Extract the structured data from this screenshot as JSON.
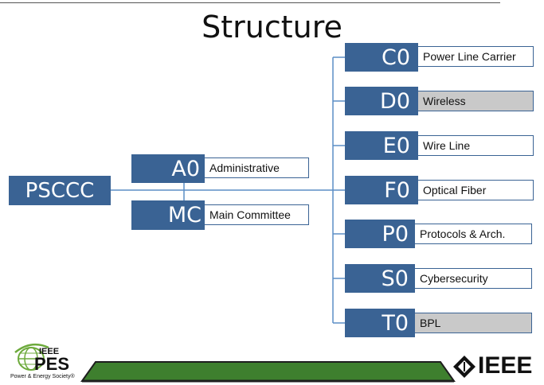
{
  "title": "Structure",
  "root": "PSCCC",
  "left_nodes": [
    {
      "code": "A0",
      "label": "Administrative"
    },
    {
      "code": "MC",
      "label": "Main Committee"
    }
  ],
  "right_nodes": [
    {
      "code": "C0",
      "label": "Power Line Carrier",
      "greyed": false
    },
    {
      "code": "D0",
      "label": "Wireless",
      "greyed": true
    },
    {
      "code": "E0",
      "label": "Wire Line",
      "greyed": false
    },
    {
      "code": "F0",
      "label": "Optical Fiber",
      "greyed": false
    },
    {
      "code": "P0",
      "label": "Protocols & Arch.",
      "greyed": false
    },
    {
      "code": "S0",
      "label": "Cybersecurity",
      "greyed": false
    },
    {
      "code": "T0",
      "label": "BPL",
      "greyed": true
    }
  ],
  "logos": {
    "pes_name": "IEEE",
    "pes_abbr": "PES",
    "pes_tagline": "Power & Energy Society®",
    "ieee": "IEEE"
  },
  "colors": {
    "box": "#3A6394",
    "grey_label": "#C9C9C9",
    "connector": "#5B8EC6",
    "footer_green": "#3E7F2E"
  }
}
